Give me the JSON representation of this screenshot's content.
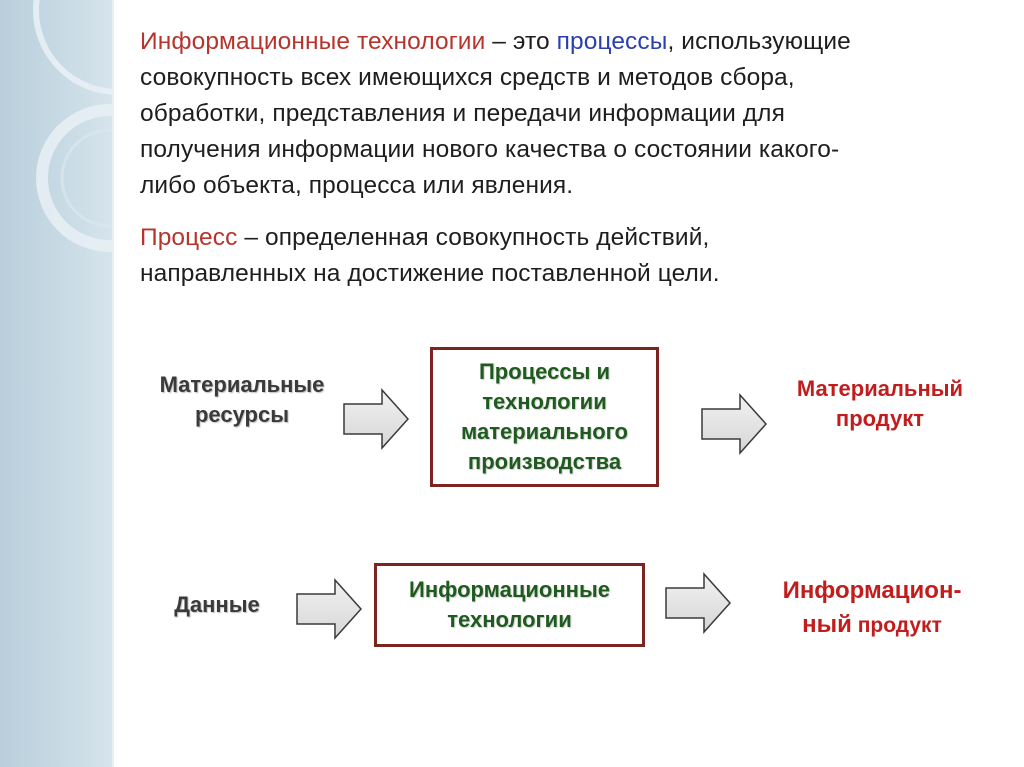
{
  "definition": {
    "term": "Информационные технологии",
    "dash": " – это ",
    "processes_word": "процессы",
    "rest_line1": ", использующие",
    "line2": "совокупность всех имеющихся средств и методов сбора,",
    "line3": "обработки, представления и передачи информации для",
    "line4": "получения информации нового качества о состоянии какого-",
    "line5": "либо объекта, процесса или явления."
  },
  "process_definition": {
    "term": "Процесс",
    "rest_line1": " – определенная совокупность действий,",
    "line2": "направленных на достижение поставленной цели."
  },
  "diagram": {
    "row1": {
      "input_line1": "Материальные",
      "input_line2": "ресурсы",
      "process_line1": "Процессы и",
      "process_line2": "технологии",
      "process_line3": "материального",
      "process_line4": "производства",
      "output_line1": "Материальный",
      "output_line2": "продукт"
    },
    "row2": {
      "input": "Данные",
      "process_line1": "Информационные",
      "process_line2": "технологии",
      "output_line1": "Информацион-",
      "output_line2_part1": "ный",
      "output_line2_part2": " продукт"
    }
  },
  "colors": {
    "term_red": "#b7342c",
    "term_blue": "#2b3fae",
    "box_border": "#7b2420",
    "box_text_green": "#1f5a1f",
    "output_red": "#c21d1d",
    "sidebar": "#c9dbe5"
  }
}
